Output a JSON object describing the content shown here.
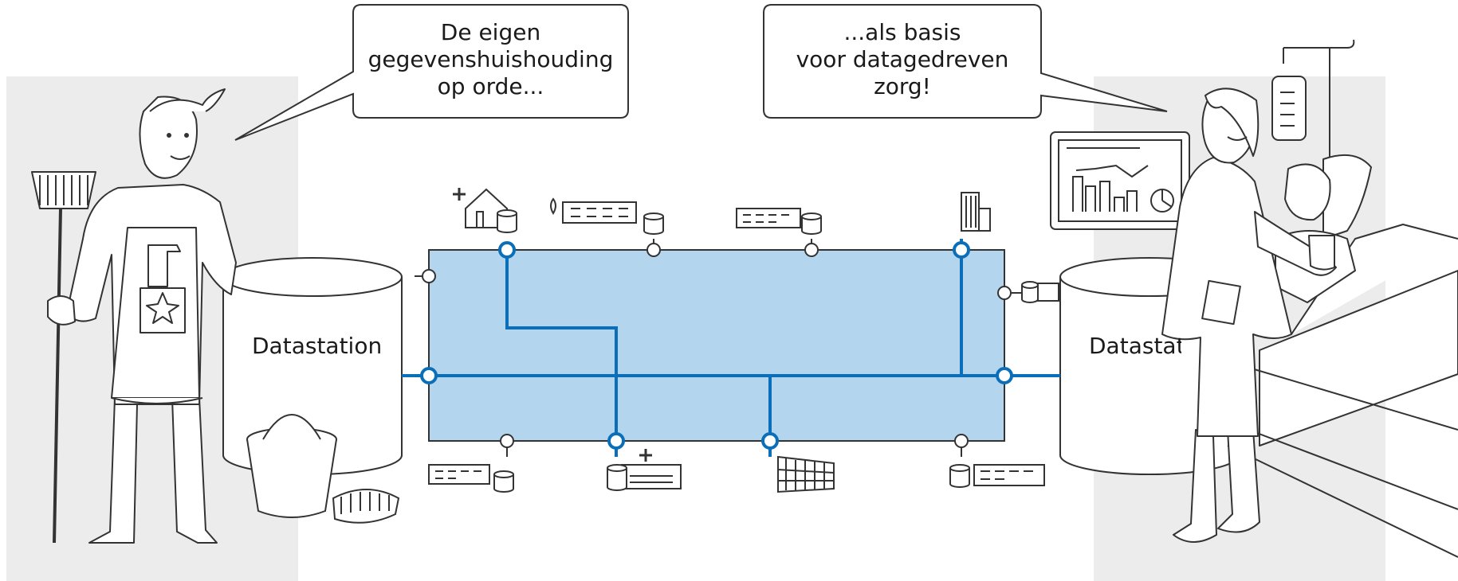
{
  "bubbles": {
    "left": "De eigen\ngegevenshuishouding\nop  orde...",
    "right": "...als basis\nvoor datagedreven\nzorg!"
  },
  "stations": {
    "left_label": "Datastation",
    "right_label": "Datastation"
  },
  "colors": {
    "network_fill": "#b3d6ee",
    "network_line": "#0a6fb8",
    "panel_gray": "#ececec",
    "outline": "#333333"
  }
}
